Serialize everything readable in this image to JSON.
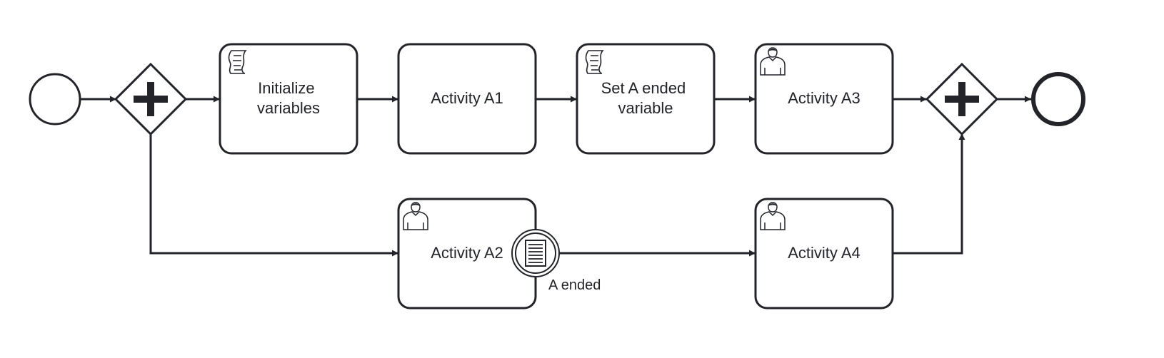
{
  "diagram": {
    "tasks": {
      "init": {
        "lines": [
          "Initialize",
          "variables"
        ],
        "type": "script"
      },
      "a1": {
        "lines": [
          "Activity A1"
        ],
        "type": "task"
      },
      "set_a_ended": {
        "lines": [
          "Set A ended",
          "variable"
        ],
        "type": "script"
      },
      "a3": {
        "lines": [
          "Activity A3"
        ],
        "type": "user"
      },
      "a2": {
        "lines": [
          "Activity A2"
        ],
        "type": "user"
      },
      "a4": {
        "lines": [
          "Activity A4"
        ],
        "type": "user"
      }
    },
    "boundary_event": {
      "label": "A ended",
      "type": "conditional"
    },
    "start_event": {
      "type": "none"
    },
    "end_event": {
      "type": "none"
    },
    "gateways": {
      "split": "parallel",
      "join": "parallel"
    },
    "colors": {
      "stroke": "#22242a",
      "fill": "#ffffff"
    }
  }
}
